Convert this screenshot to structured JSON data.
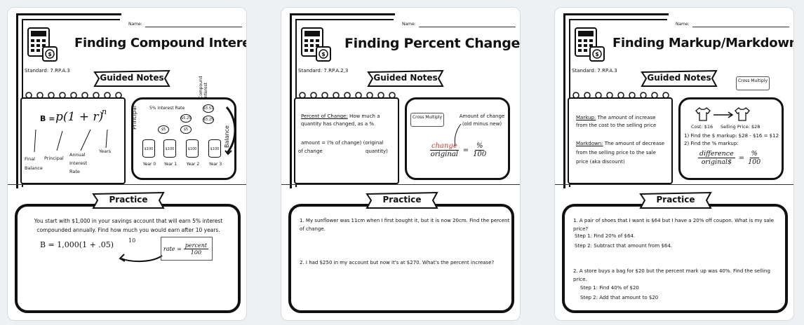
{
  "name_label": "Name:",
  "card1": {
    "title": "Finding Compound Interest",
    "standard": "Standard: 7.RP.A.3",
    "banner": "Guided Notes",
    "formula_B": "B =",
    "formula_main": "p(1 + r)",
    "formula_exp": "n",
    "labels": [
      "Final Balance",
      "Principal",
      "Annual Interest Rate",
      "Years"
    ],
    "diagram": {
      "rate_label": "5% Interest Rate",
      "principal": "Principal",
      "compound": "Compound Interest",
      "balance": "Balance",
      "coins": [
        "$5",
        "$5",
        "$5.25",
        "$5",
        "$5.25",
        "$5.51"
      ],
      "jars": [
        "$100",
        "$100",
        "$100",
        "$100"
      ],
      "years": [
        "Year 0",
        "Year 1",
        "Year 2",
        "Year 3"
      ]
    },
    "practice_banner": "Practice",
    "practice_text": "You start with $1,000 in your savings account that will earn 5% interest compounded annually. Find how much you would earn after 10 years.",
    "practice_eq": "B = 1,000(1 + .05)",
    "practice_exp": "10",
    "rate_label": "rate =",
    "rate_num": "percent",
    "rate_den": "100"
  },
  "card2": {
    "title": "Finding Percent Change",
    "standard": "Standard: 7.RP.A.2,3",
    "banner": "Guided Notes",
    "poc_term": "Percent of Change:",
    "poc_def": "How much a quantity has changed, as a %",
    "amount_line1": "amount = (% of change) (original",
    "amount_line2a": "of change",
    "amount_line2b": "quantity)",
    "cross_multiply": "Cross Multiply",
    "amount_change": "Amount of change (old minus new)",
    "frac_num": "change",
    "frac_den": "original",
    "pct_num": "%",
    "pct_den": "100",
    "practice_banner": "Practice",
    "q1": "1. My sunflower was 11cm when I first bought it, but it is now 20cm. Find the percent of change.",
    "q2": "2. I had $250 in my account but now it's at $270. What's the percent increase?"
  },
  "card3": {
    "title": "Finding Markup/Markdown",
    "standard": "Standard: 7.RP.A.3",
    "banner": "Guided Notes",
    "cross_multiply": "Cross Multiply",
    "markup_term": "Markup:",
    "markup_def": "The amount of increase from the cost to the selling price",
    "markdown_term": "Markdown:",
    "markdown_def": "The amount of decrease from the selling price to the sale price (aka discount)",
    "cost": "Cost: $16",
    "selling": "Selling Price: $28",
    "step1": "1) Find the $ markup: $28 - $16 = $12",
    "step2": "2) Find the % markup:",
    "frac_num": "difference",
    "frac_den": "original$",
    "pct_num": "%",
    "pct_den": "100",
    "practice_banner": "Practice",
    "q1": "1. A pair of shoes that I want is $64 but I have a 20% off coupon. What is my sale price?",
    "q1s1": "Step 1: Find 20% of $64.",
    "q1s2": "Step 2: Subtract that amount from $64.",
    "q2": "2. A store buys a bag for $20 but the percent mark up was 40%. Find the selling price.",
    "q2s1": "Step 1: Find 40% of $20",
    "q2s2": "Step 2: Add that amount to $20"
  }
}
